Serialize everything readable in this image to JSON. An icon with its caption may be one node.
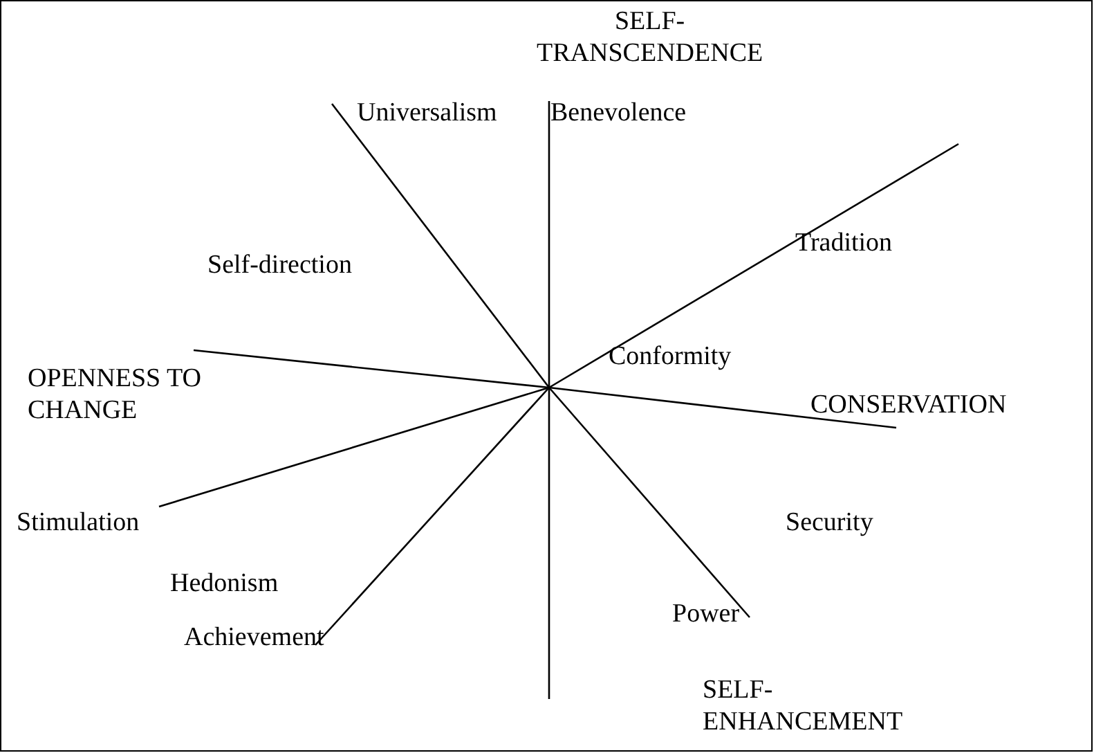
{
  "diagram": {
    "labels": [
      "SELF-TRANSCENDENCE",
      "Universalism",
      "Benevolence",
      "Tradition",
      "Self-direction",
      "Conformity",
      "OPENNESS TO CHANGE",
      "CONSERVATION",
      "Stimulation",
      "Security",
      "Hedonism",
      "Power",
      "Achievement",
      "SELF-ENHANCEMENT"
    ]
  }
}
